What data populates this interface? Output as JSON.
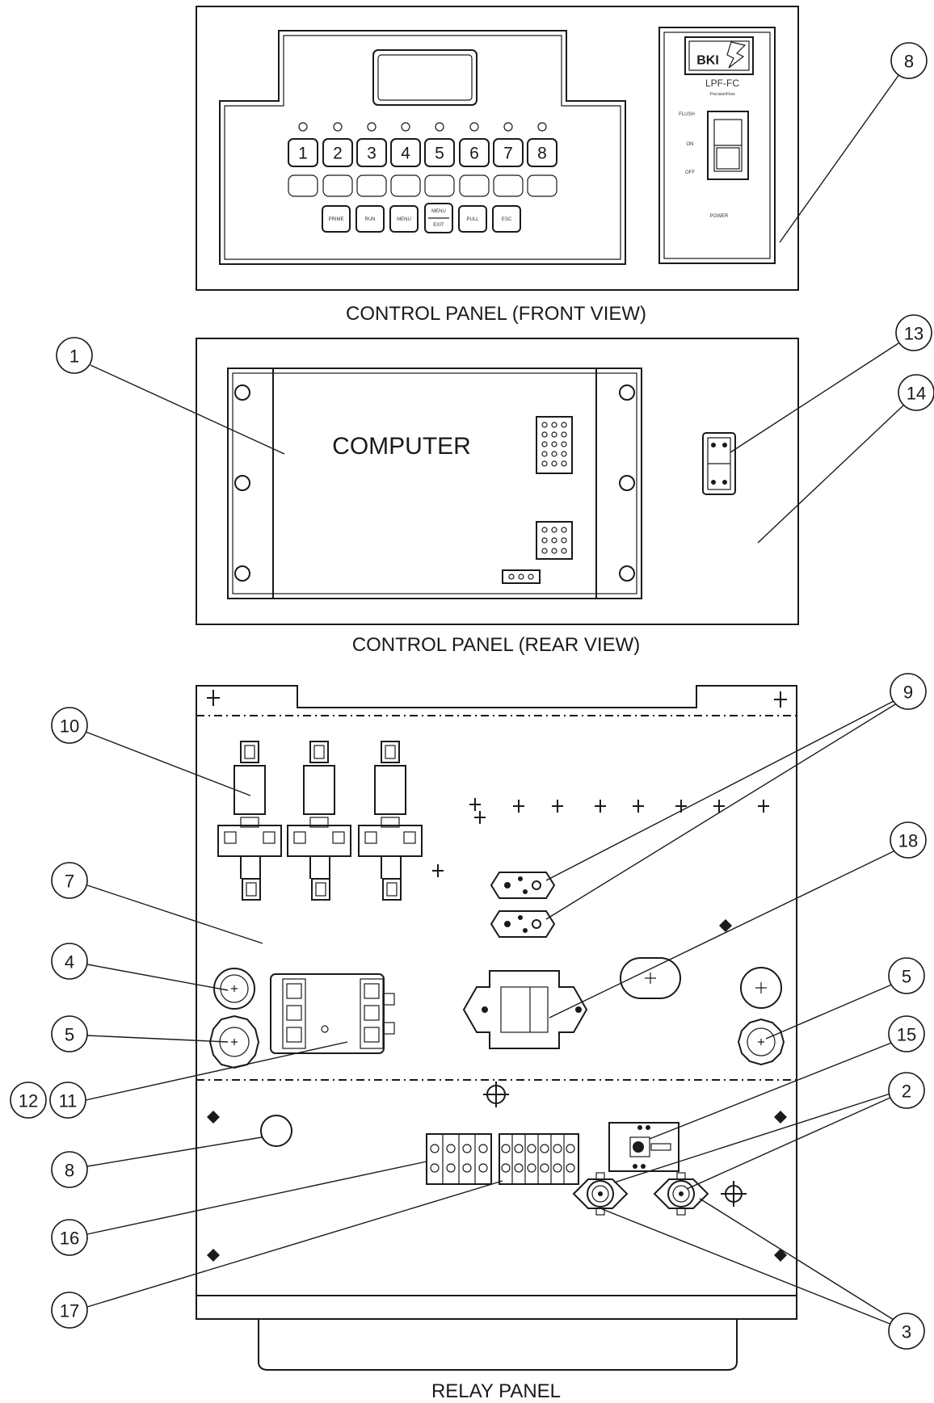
{
  "captions": {
    "front": "CONTROL PANEL (FRONT VIEW)",
    "rear": "CONTROL PANEL (REAR VIEW)",
    "relay": "RELAY PANEL"
  },
  "front_panel": {
    "keys": [
      "1",
      "2",
      "3",
      "4",
      "5",
      "6",
      "7",
      "8"
    ],
    "function_keys": [
      "PRIME",
      "RUN",
      "MENU",
      "",
      "PULL",
      "ESC"
    ],
    "mid_key_top": "MENU",
    "mid_key_bottom": "EXIT",
    "brand": "BKI",
    "model": "LPF-FC",
    "model_sub": "PrecisionFlow",
    "switch_labels": [
      "FLUSH",
      "ON",
      "OFF"
    ],
    "switch_caption": "POWER"
  },
  "rear_panel": {
    "computer_label": "COMPUTER"
  },
  "callouts": {
    "c8_top": "8",
    "c1": "1",
    "c13": "13",
    "c14": "14",
    "c9": "9",
    "c10": "10",
    "c18": "18",
    "c7": "7",
    "c4": "4",
    "c5_left": "5",
    "c5_right": "5",
    "c15": "15",
    "c2": "2",
    "c12": "12",
    "c11": "11",
    "c8_bottom": "8",
    "c16": "16",
    "c17": "17",
    "c3": "3"
  }
}
